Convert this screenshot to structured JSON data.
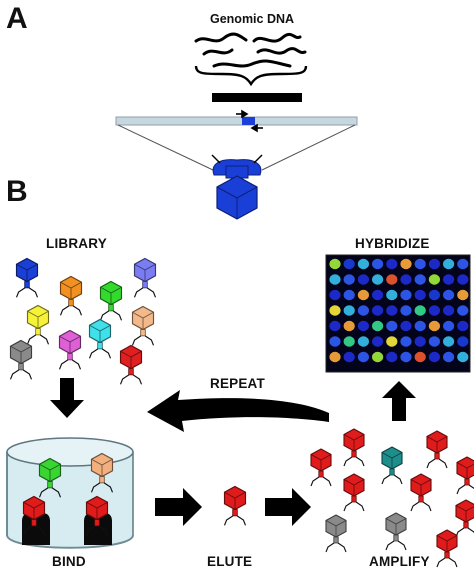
{
  "panels": {
    "a": {
      "letter": "A",
      "caption": "Genomic DNA"
    },
    "b": {
      "letter": "B"
    }
  },
  "steps": {
    "library": "LIBRARY",
    "hybridize": "HYBRIDIZE",
    "repeat": "REPEAT",
    "bind": "BIND",
    "elute": "ELUTE",
    "amplify": "AMPLIFY"
  },
  "colors": {
    "phage_blue": "#1a3fd6",
    "insert_blue": "#1b3fd8",
    "arrow": "#000000",
    "well_liquid": "#d7ecf1",
    "microarray_bg": "#05051a"
  },
  "library_phage_colors": [
    "#1a3fd6",
    "#f39022",
    "#7a7cf2",
    "#33d92c",
    "#f6f23a",
    "#f3b98a",
    "#df5fd7",
    "#3fe0ea",
    "#8a8a8a",
    "#e02020"
  ],
  "well_phage_colors": [
    "#39d633",
    "#f2b07e",
    "#e01b1b",
    "#e01b1b"
  ],
  "elute_phage_colors": [
    "#e01b1b"
  ],
  "amplify_phage_colors": [
    "#e01b1b",
    "#e01b1b",
    "#e01b1b",
    "#1e8e8c",
    "#e01b1b",
    "#e01b1b",
    "#e01b1b",
    "#e01b1b",
    "#8a8a8a",
    "#8a8a8a",
    "#e01b1b"
  ]
}
